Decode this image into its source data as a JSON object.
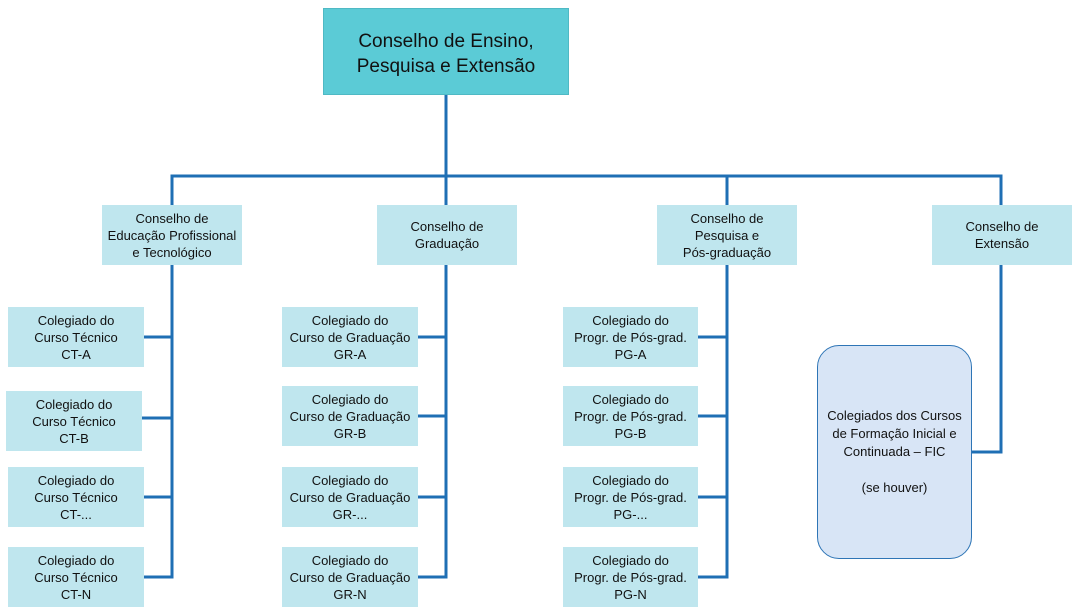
{
  "diagram": {
    "line_color": "#1f6fb4",
    "top": {
      "lines": [
        "Conselho de Ensino,",
        "Pesquisa e Extensão"
      ],
      "color": "#5bcbd6"
    },
    "councils": [
      {
        "lines": [
          "Conselho de",
          "Educação Profissional",
          "e Tecnológico"
        ]
      },
      {
        "lines": [
          "Conselho de",
          "Graduação"
        ]
      },
      {
        "lines": [
          "Conselho de",
          "Pesquisa e",
          "Pós-graduação"
        ]
      },
      {
        "lines": [
          "Conselho de",
          "Extensão"
        ]
      }
    ],
    "colegiados": [
      [
        {
          "lines": [
            "Colegiado do",
            "Curso Técnico",
            "CT-A"
          ]
        },
        {
          "lines": [
            "Colegiado do",
            "Curso Técnico",
            "CT-B"
          ]
        },
        {
          "lines": [
            "Colegiado do",
            "Curso Técnico",
            "CT-..."
          ]
        },
        {
          "lines": [
            "Colegiado do",
            "Curso Técnico",
            "CT-N"
          ]
        }
      ],
      [
        {
          "lines": [
            "Colegiado do",
            "Curso de Graduação",
            "GR-A"
          ]
        },
        {
          "lines": [
            "Colegiado do",
            "Curso de Graduação",
            "GR-B"
          ]
        },
        {
          "lines": [
            "Colegiado do",
            "Curso de Graduação",
            "GR-..."
          ]
        },
        {
          "lines": [
            "Colegiado do",
            "Curso de Graduação",
            "GR-N"
          ]
        }
      ],
      [
        {
          "lines": [
            "Colegiado do",
            "Progr. de Pós-grad.",
            "PG-A"
          ]
        },
        {
          "lines": [
            "Colegiado do",
            "Progr. de Pós-grad.",
            "PG-B"
          ]
        },
        {
          "lines": [
            "Colegiado do",
            "Progr. de Pós-grad.",
            "PG-..."
          ]
        },
        {
          "lines": [
            "Colegiado do",
            "Progr. de Pós-grad.",
            "PG-N"
          ]
        }
      ]
    ],
    "fic": {
      "lines": [
        "Colegiados dos Cursos",
        "de Formação Inicial e",
        "Continuada – FIC"
      ],
      "note": "(se houver)",
      "fill": "#d8e5f6",
      "border": "#2e75b6"
    },
    "box_fill": "#bfe6ee"
  }
}
